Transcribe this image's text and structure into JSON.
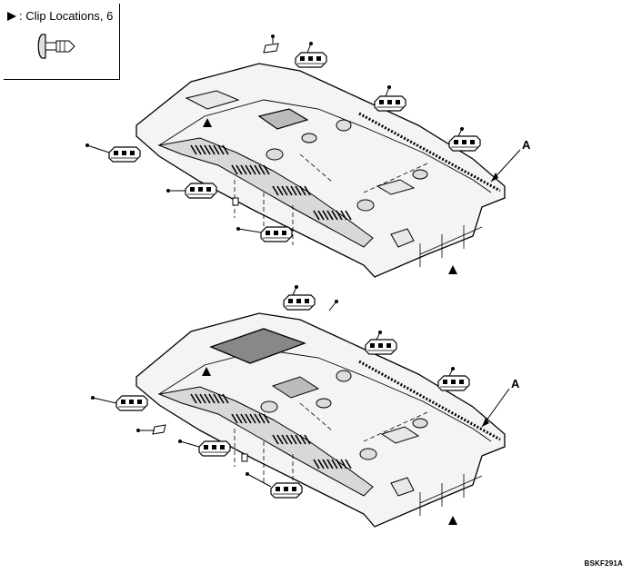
{
  "legend": {
    "label": ": Clip Locations, 6",
    "icon": "clip-icon"
  },
  "top_assembly": {
    "callout": "A"
  },
  "bottom_assembly": {
    "callout": "A"
  },
  "figure_code": "BSKF291A"
}
